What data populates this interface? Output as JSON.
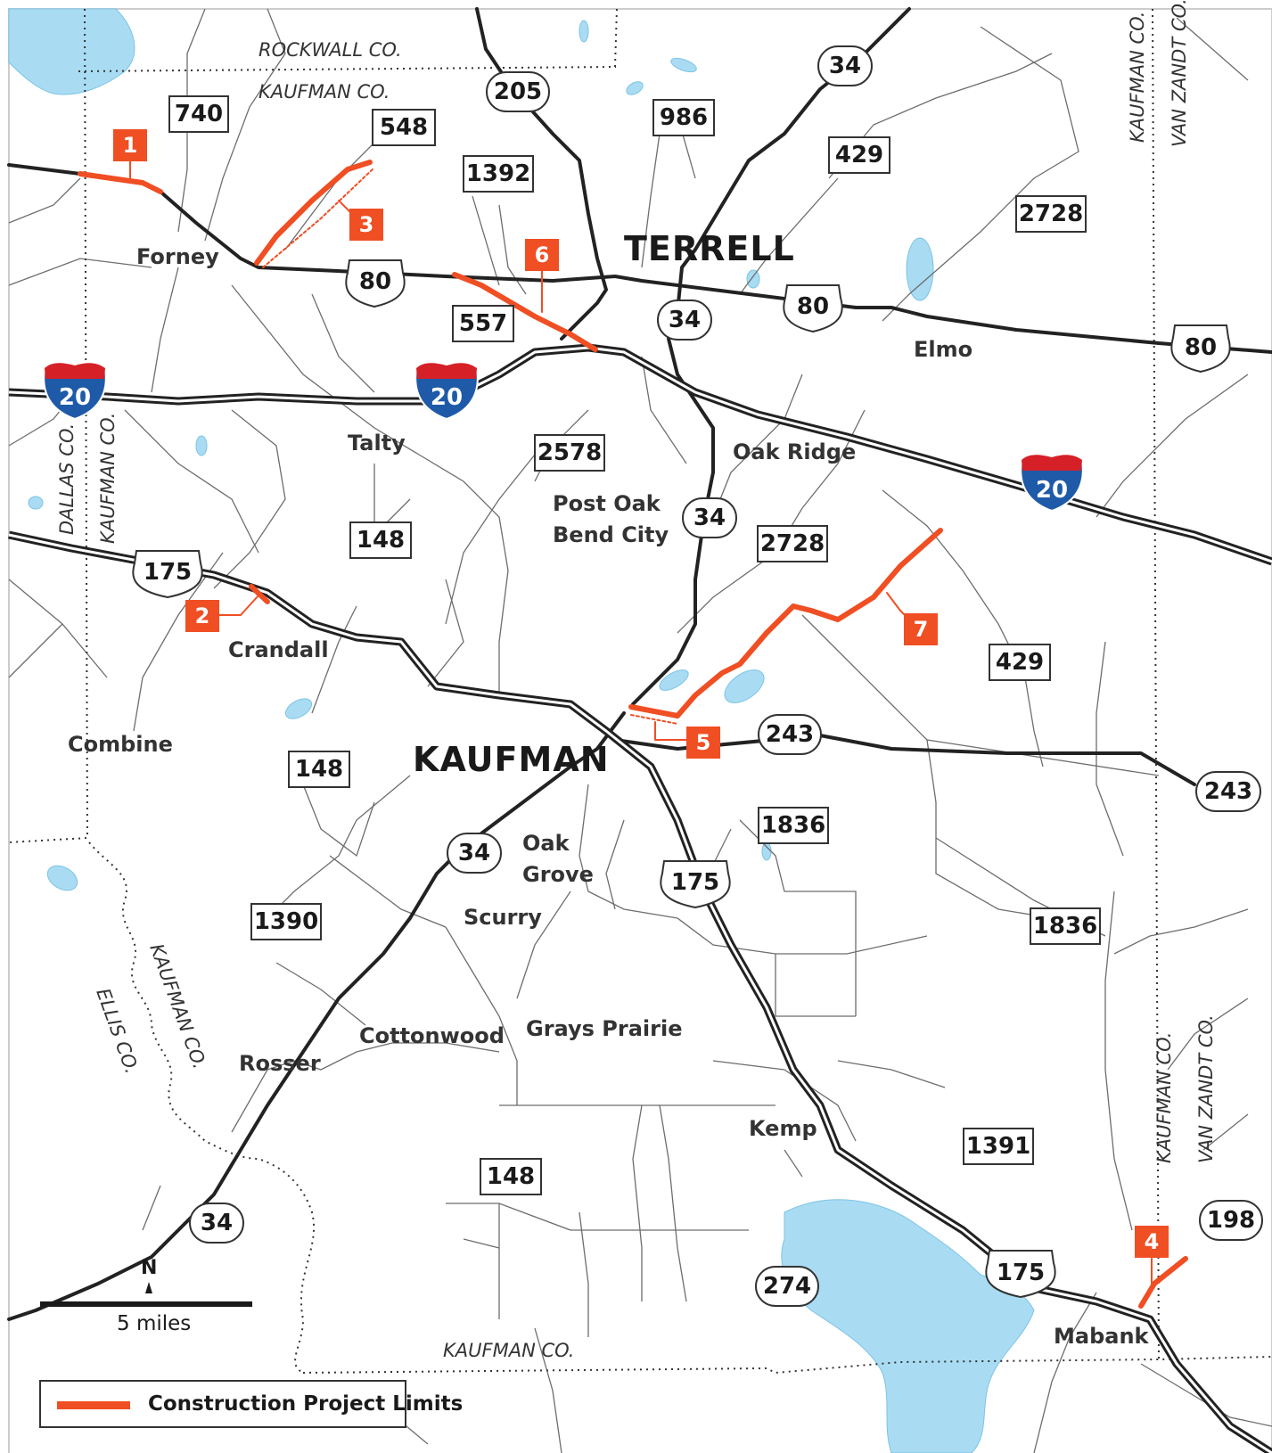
{
  "title": "",
  "colors": {
    "project": "#f04e23",
    "water": "#a9dcf3",
    "road": "#222222",
    "interstate_blue": "#1e5aa8",
    "interstate_red": "#d62027",
    "background": "#ffffff"
  },
  "cities": {
    "terrell": "TERRELL",
    "kaufman": "KAUFMAN"
  },
  "towns": {
    "forney": "Forney",
    "talty": "Talty",
    "post_oak_1": "Post Oak",
    "post_oak_2": "Bend City",
    "oak_ridge": "Oak Ridge",
    "elmo": "Elmo",
    "crandall": "Crandall",
    "combine": "Combine",
    "oak_grove_1": "Oak",
    "oak_grove_2": "Grove",
    "scurry": "Scurry",
    "cottonwood": "Cottonwood",
    "grays_prairie": "Grays Prairie",
    "rosser": "Rosser",
    "kemp": "Kemp",
    "mabank": "Mabank"
  },
  "counties": {
    "rockwall": "ROCKWALL CO.",
    "kaufman_n": "KAUFMAN CO.",
    "dallas": "DALLAS CO.",
    "kaufman_w": "KAUFMAN CO.",
    "kaufman_ne": "KAUFMAN CO.",
    "vanzandt_ne": "VAN ZANDT CO.",
    "kaufman_sw": "KAUFMAN CO.",
    "ellis": "ELLIS CO.",
    "kaufman_s": "KAUFMAN CO.",
    "kaufman_se": "KAUFMAN CO.",
    "vanzandt_se": "VAN ZANDT CO."
  },
  "route_labels": {
    "fm740": "740",
    "fm548": "548",
    "fm1392": "1392",
    "us205": "205",
    "fm986": "986",
    "us34_n": "34",
    "fm429_n": "429",
    "fm2728_n": "2728",
    "us80_w": "80",
    "us80_c": "80",
    "us80_e": "80",
    "fm557": "557",
    "us34_terrell": "34",
    "i20_w": "20",
    "i20_c": "20",
    "i20_e": "20",
    "fm2578": "2578",
    "us34_mid": "34",
    "fm2728_s": "2728",
    "fm148_n": "148",
    "us175_w": "175",
    "fm429_s": "429",
    "sh243_w": "243",
    "sh243_e": "243",
    "fm148_m": "148",
    "fm1836_n": "1836",
    "us34_s": "34",
    "us175_c": "175",
    "fm1390": "1390",
    "fm1836_s": "1836",
    "fm148_s": "148",
    "fm1391": "1391",
    "sh198": "198",
    "us34_sw": "34",
    "sh274": "274",
    "us175_e": "175"
  },
  "projects": {
    "p1": "1",
    "p2": "2",
    "p3": "3",
    "p4": "4",
    "p5": "5",
    "p6": "6",
    "p7": "7"
  },
  "legend": {
    "label": "Construction Project Limits"
  },
  "scale": {
    "label": "5 miles"
  },
  "north": {
    "label": "N"
  }
}
